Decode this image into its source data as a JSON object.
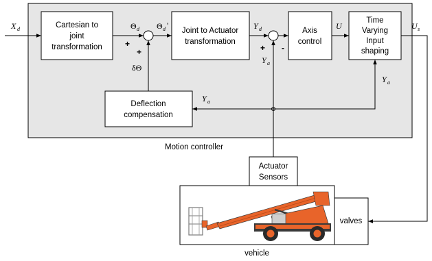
{
  "blocks": {
    "cartesian": [
      "Cartesian to",
      "joint",
      "transformation"
    ],
    "joint_to_actuator": [
      "Joint to Actuator",
      "transformation"
    ],
    "axis_control": [
      "Axis",
      "control"
    ],
    "input_shaping": [
      "Time",
      "Varying",
      "Input",
      "shaping"
    ],
    "deflection": [
      "Deflection",
      "compensation"
    ],
    "sensors": [
      "Actuator",
      "Sensors"
    ],
    "valves": "valves"
  },
  "labels": {
    "motion_controller": "Motion controller",
    "vehicle": "vehicle"
  },
  "signals": {
    "xd": {
      "main": "X",
      "sub": "d"
    },
    "theta_d": {
      "main": "Θ",
      "sub": "d"
    },
    "theta_d_prime": {
      "main": "Θ",
      "sub": "d",
      "suffix": "'"
    },
    "delta_theta": "δΘ",
    "yd": {
      "main": "Y",
      "sub": "d"
    },
    "ya_sum": {
      "main": "Y",
      "sub": "a"
    },
    "ya_right": {
      "main": "Y",
      "sub": "a"
    },
    "ya_feedback": {
      "main": "Y",
      "sub": "a"
    },
    "u": "U",
    "us": {
      "main": "U",
      "sub": "s"
    }
  },
  "signs": {
    "sum1_left": "+",
    "sum1_bottom": "+",
    "sum2_top": "+",
    "sum2_bottom": "-"
  },
  "colors": {
    "controller_fill": "#e6e6e6",
    "block_fill": "#ffffff",
    "line": "#000000",
    "vehicle_body": "#e8642a",
    "vehicle_dark": "#3a3a3a"
  }
}
